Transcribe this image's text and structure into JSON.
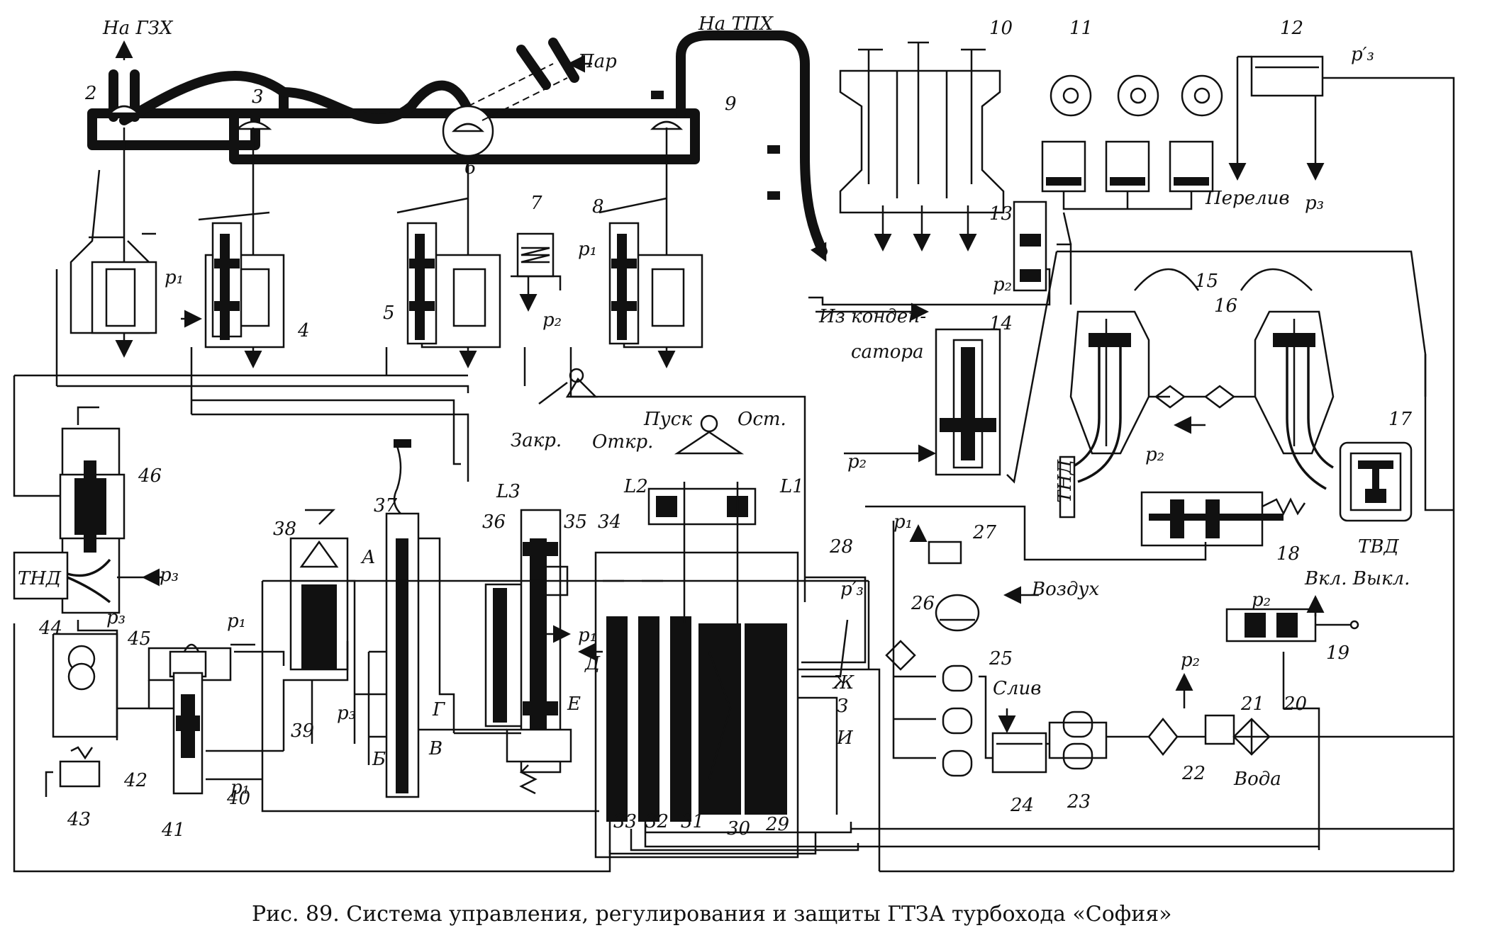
{
  "labels": {
    "na_gzh": "На ГЗХ",
    "na_tph": "На ТПХ",
    "par": "Пар",
    "pusk": "Пуск",
    "ost": "Ост.",
    "zakr": "Закр.",
    "otkr": "Откр.",
    "iz_kondensatora_1": "Из конден-",
    "iz_kondensatora_2": "сатора",
    "vozduh": "Воздух",
    "sliv": "Слив",
    "voda": "Вода",
    "pereliv": "Перелив",
    "vkl_vykl": "Вкл. Выкл.",
    "tnd": "ТНД",
    "tvd": "ТВД"
  },
  "pressures": {
    "p1": "p₁",
    "p2": "p₂",
    "p3": "p₃",
    "p3_prime": "p′₃"
  },
  "callouts": [
    "2",
    "3",
    "4",
    "5",
    "6",
    "7",
    "8",
    "9",
    "10",
    "11",
    "12",
    "13",
    "14",
    "15",
    "16",
    "17",
    "18",
    "19",
    "20",
    "21",
    "22",
    "23",
    "24",
    "25",
    "26",
    "27",
    "28",
    "29",
    "30",
    "31",
    "32",
    "33",
    "34",
    "35",
    "36",
    "37",
    "38",
    "39",
    "40",
    "41",
    "42",
    "43",
    "44",
    "45",
    "46"
  ],
  "letters": {
    "A": "А",
    "B": "Б",
    "V": "В",
    "G": "Г",
    "D": "Д",
    "E": "Е",
    "Zh": "Ж",
    "Z": "З",
    "I": "И",
    "L1": "L1",
    "L2": "L2",
    "L3": "L3"
  },
  "caption": "Рис. 89. Система управления, регулирования и защиты ГТЗА турбохода «София»"
}
